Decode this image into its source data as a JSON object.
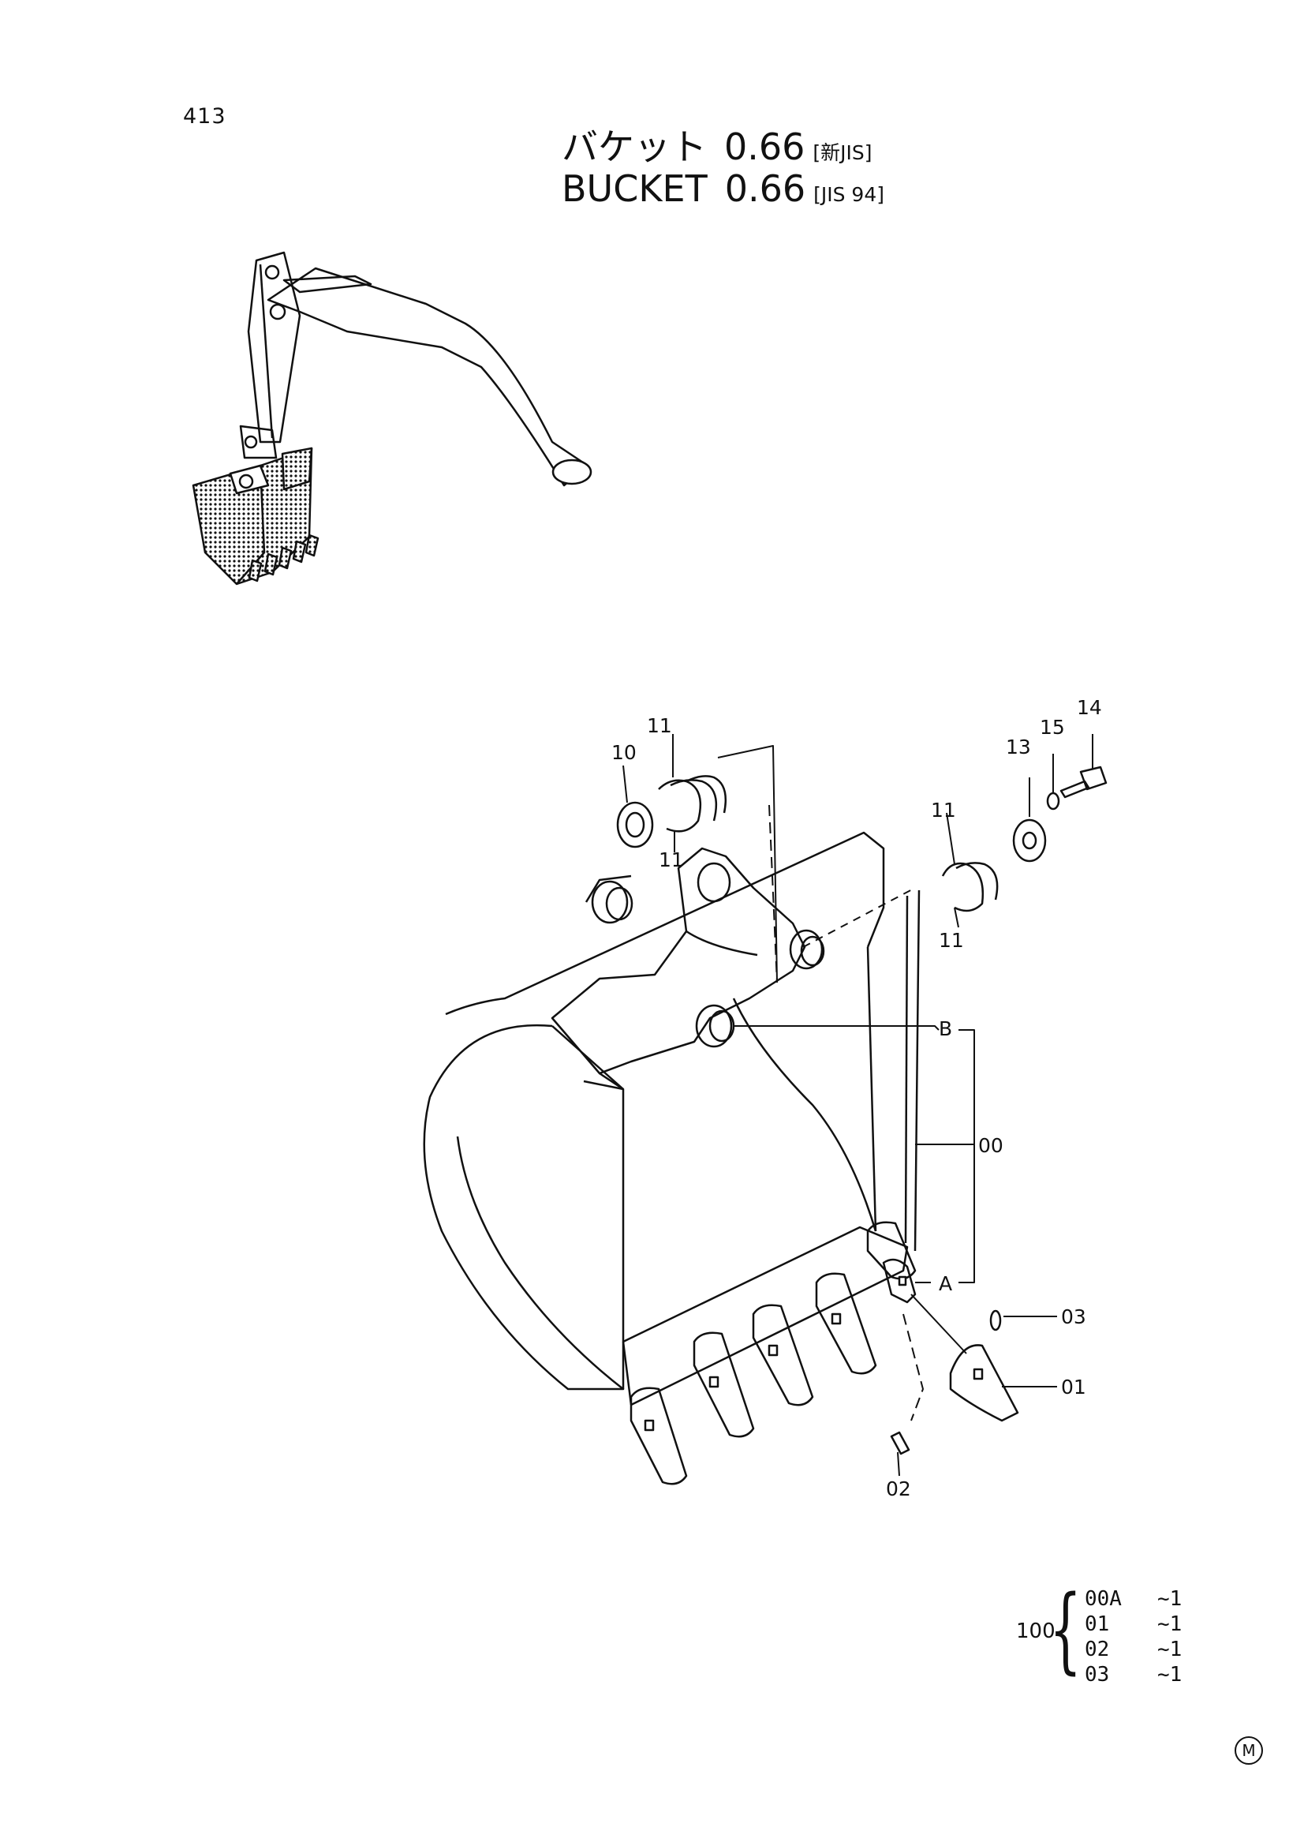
{
  "page_number": "413",
  "title": {
    "jp_label": "バケット",
    "jp_value": "0.66",
    "jp_tag": "[新JIS]",
    "en_label": "BUCKET",
    "en_value": "0.66",
    "en_tag": "[JIS 94]"
  },
  "callouts": {
    "c14": "14",
    "c15": "15",
    "c13": "13",
    "c11a": "11",
    "c10": "10",
    "c11b": "11",
    "c11c": "11",
    "c11d": "11",
    "cB": "B",
    "c00": "00",
    "cA": "A",
    "c03": "03",
    "c01": "01",
    "c02": "02"
  },
  "kit": {
    "number": "100",
    "items": [
      {
        "code": "00A",
        "qty": "~1"
      },
      {
        "code": "01",
        "qty": "~1"
      },
      {
        "code": "02",
        "qty": "~1"
      },
      {
        "code": "03",
        "qty": "~1"
      }
    ]
  },
  "corner_mark": "M"
}
